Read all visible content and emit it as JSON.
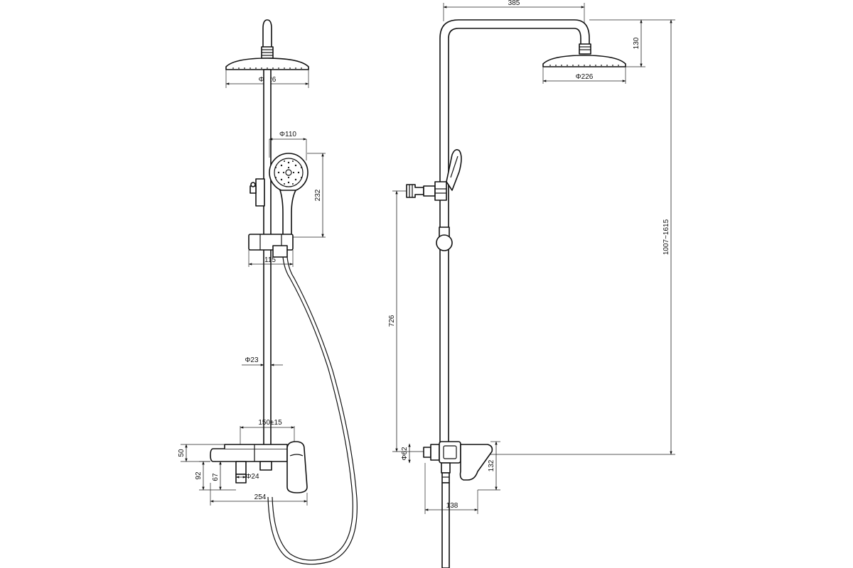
{
  "front_view": {
    "shower_head_diameter": "Φ226",
    "hand_shower_diameter": "Φ110",
    "hand_shower_height": "232",
    "slider_width": "115",
    "rail_diameter": "Φ23",
    "inlet_spacing": "150±15",
    "mixer_top_offset": "50",
    "mixer_height": "92",
    "outlet_height": "67",
    "outlet_diameter": "Φ24",
    "mixer_width": "254"
  },
  "side_view": {
    "arm_reach": "385",
    "head_drop": "130",
    "shower_head_diameter": "Φ226",
    "total_height": "1007~1615",
    "bracket_height": "726",
    "inlet_diameter": "Φ62",
    "mixer_height": "132",
    "mixer_depth": "138"
  },
  "colors": {
    "line": "#111111",
    "background": "#ffffff"
  }
}
